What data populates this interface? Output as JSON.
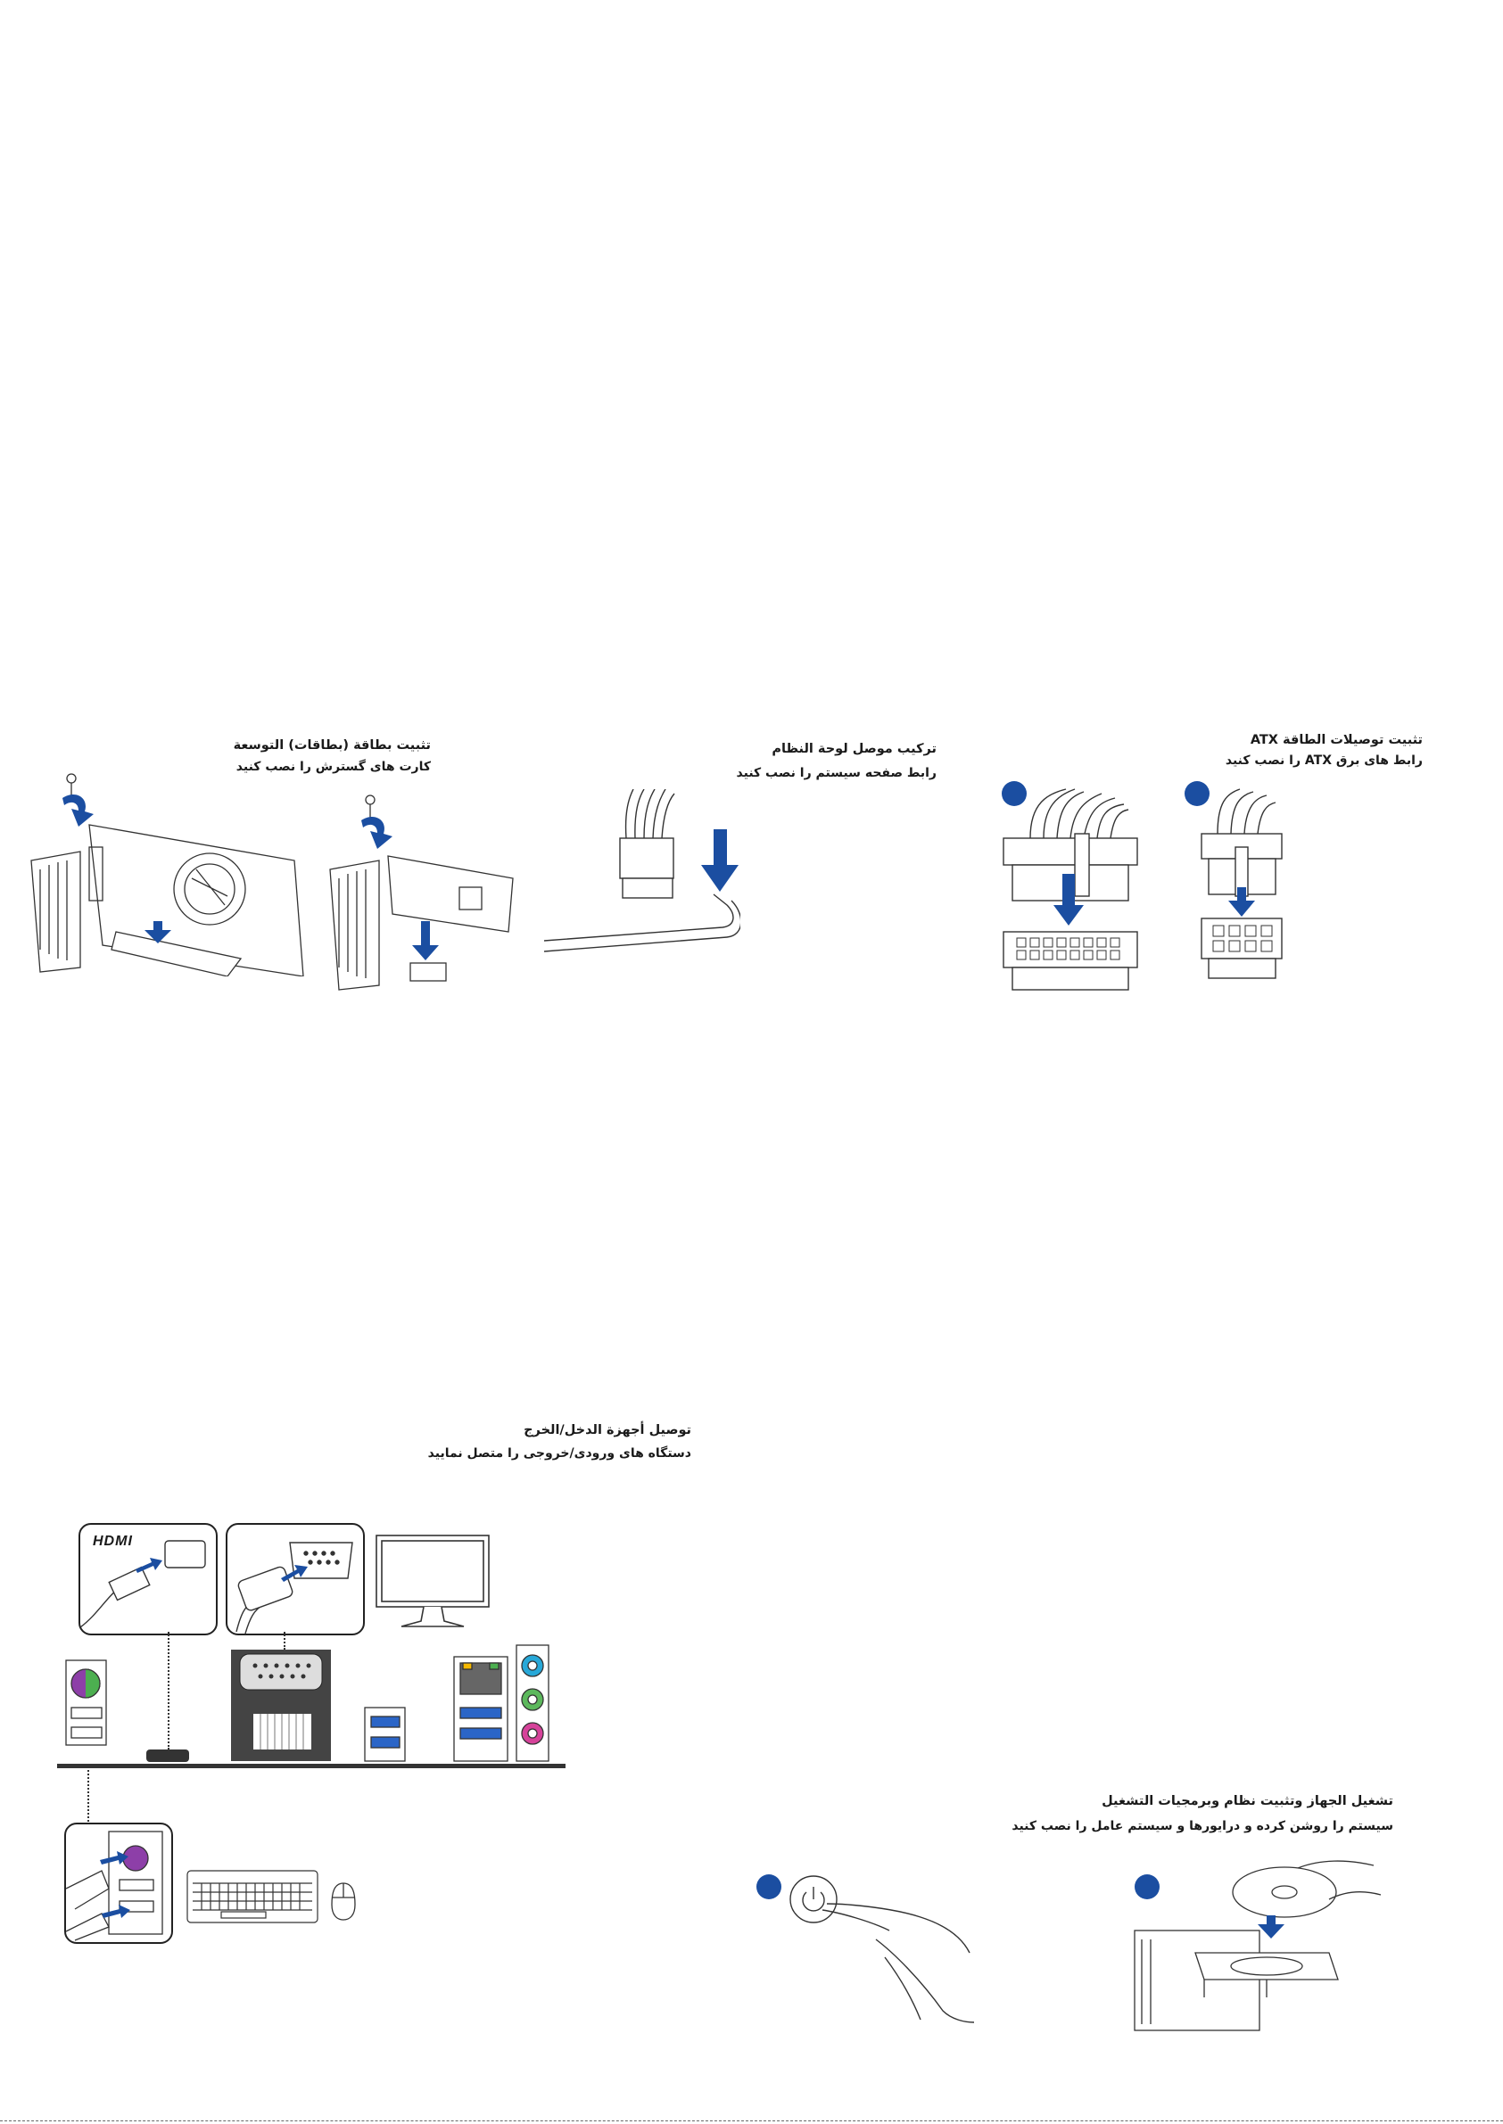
{
  "sections": {
    "atx": {
      "title": "تثبيت توصيلات الطاقة ATX",
      "subtitle": "رابط های برق ATX را نصب کنید"
    },
    "panel": {
      "title": "تركيب موصل لوحة النظام",
      "subtitle": "رابط صفحه سیستم را نصب کنید"
    },
    "expansion": {
      "title": "تثبيت بطاقة (بطاقات) التوسعة",
      "subtitle": "کارت های گسترش را نصب کنید"
    },
    "io": {
      "title": "توصيل أجهزة الدخل/الخرج",
      "subtitle": "دستگاه های ورودی/خروجی را متصل نمایید",
      "hdmi_logo": "HDMI"
    },
    "power_on": {
      "title": "تشغيل الجهاز وتثبيت نظام وبرمجيات التشغيل",
      "subtitle": "سیستم را روشن کرده و درایورها و سیستم عامل را نصب کنید"
    }
  },
  "colors": {
    "accent_blue": "#1b4ea1",
    "ps2_purple": "#8d3fa8",
    "ps2_green": "#4caf50",
    "audio_blue": "#27a8d8",
    "audio_green": "#5cb85c",
    "audio_pink": "#d6429a"
  }
}
